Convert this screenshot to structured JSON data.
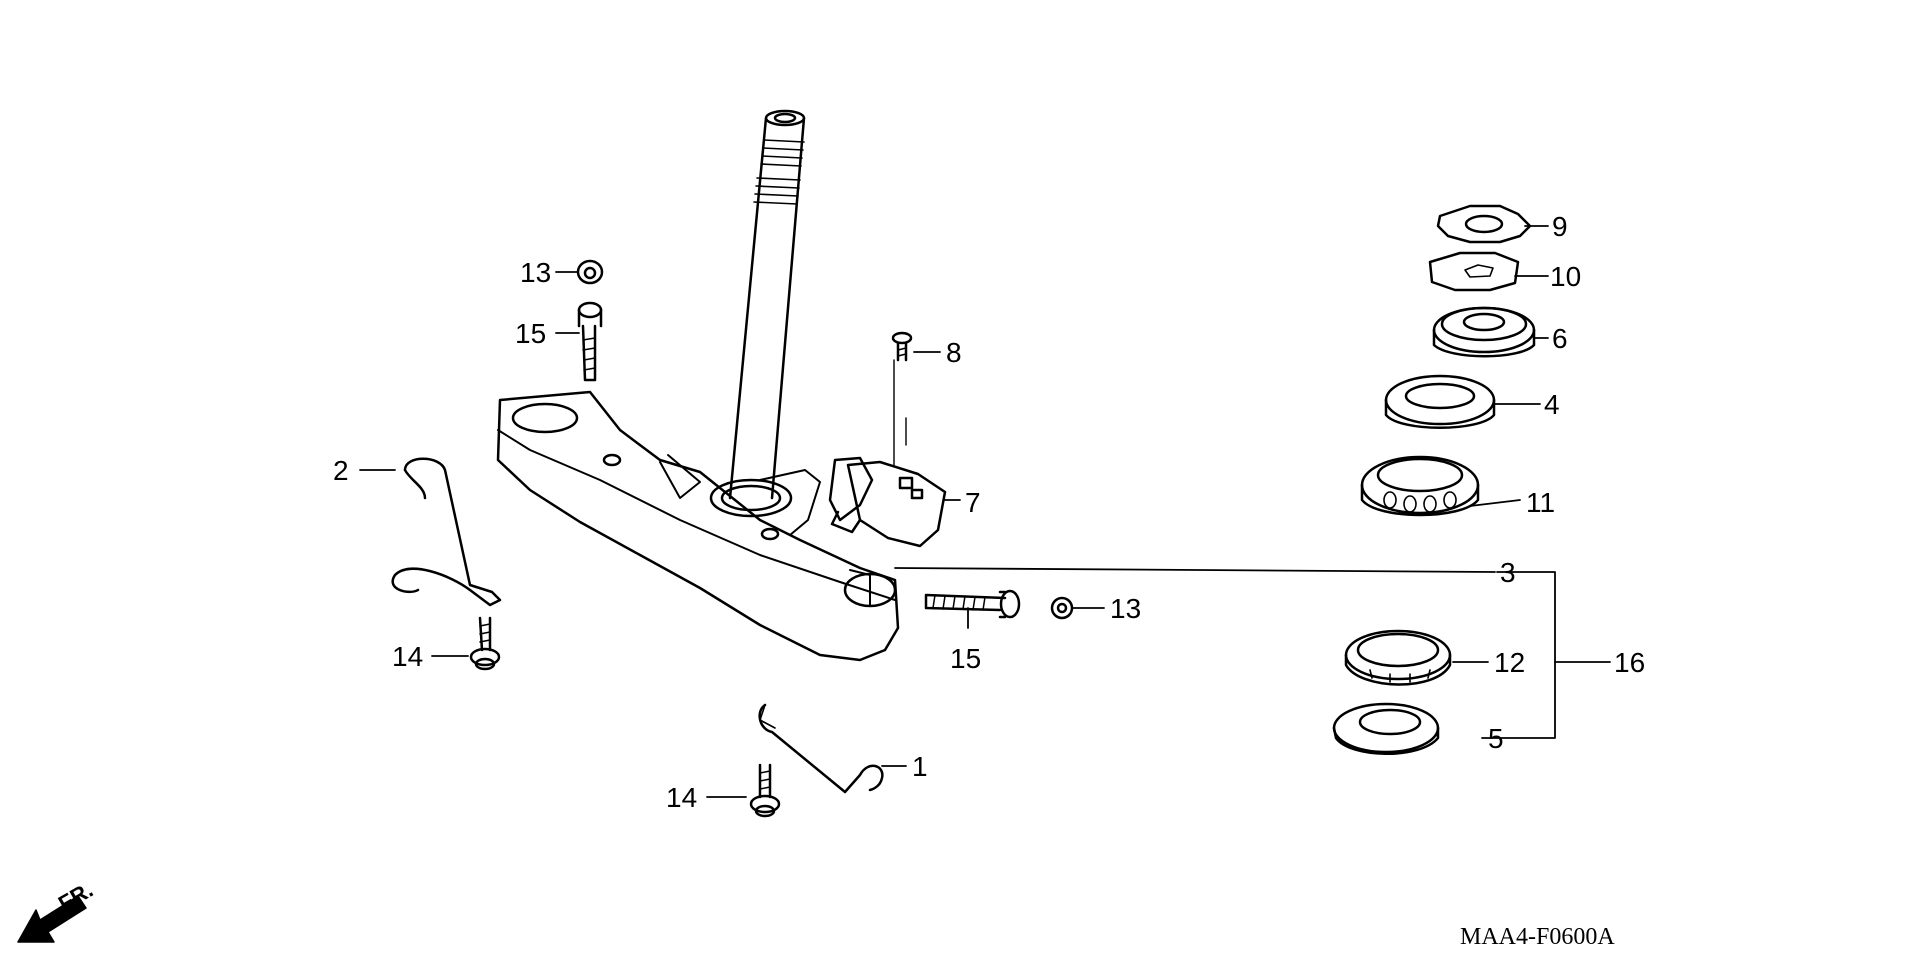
{
  "diagram": {
    "code": "MAA4-F0600A",
    "direction_mark": "FR.",
    "callouts": [
      "1",
      "2",
      "3",
      "4",
      "5",
      "6",
      "7",
      "8",
      "9",
      "10",
      "11",
      "12",
      "13",
      "13",
      "14",
      "14",
      "15",
      "15",
      "16"
    ]
  }
}
